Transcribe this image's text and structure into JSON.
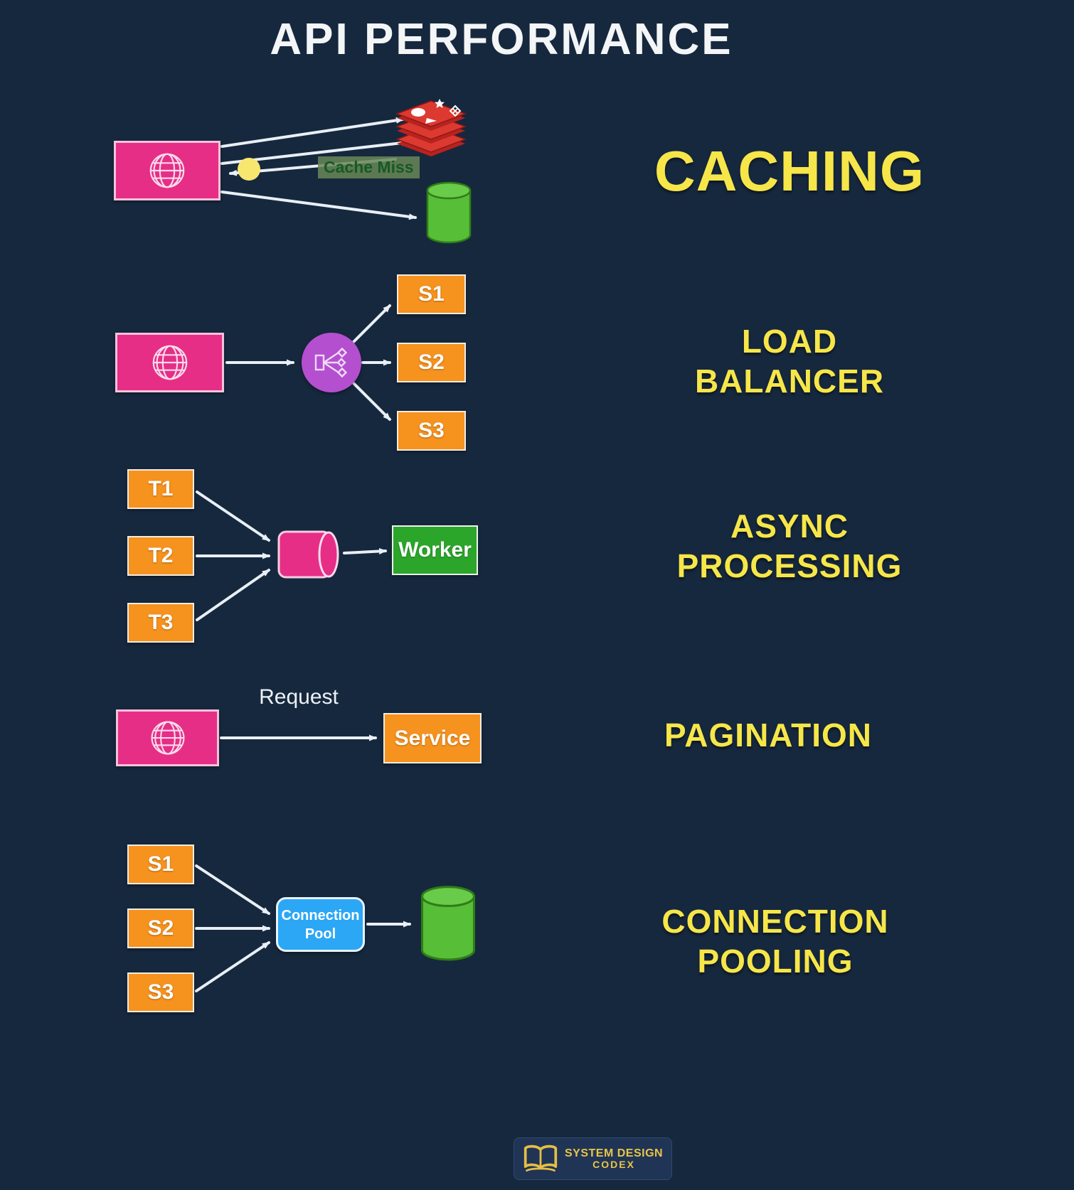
{
  "title": "API PERFORMANCE",
  "colors": {
    "background": "#16283E",
    "accent_yellow": "#F6E649",
    "pink": "#E62E87",
    "orange": "#F6921E",
    "green_box": "#2BA62B",
    "green_cylinder": "#5CC13C",
    "purple": "#B44FD0",
    "blue": "#2BA7F5",
    "redis_red": "#DC3A31",
    "arrow": "#E9EFF6",
    "cache_miss_bg": "#688758",
    "cache_miss_text": "#175A23",
    "logo_gold": "#E8C54A"
  },
  "icons": {
    "client": "globe-icon",
    "cache": "redis-stack-icon",
    "database": "database-cylinder-icon",
    "load_balancer": "load-balancer-fanout-icon",
    "queue": "queue-cylinder-icon",
    "footer": "open-book-icon"
  },
  "sections": {
    "caching": {
      "label": "CACHING",
      "cache_miss": "Cache Miss"
    },
    "load_balancer": {
      "label": "LOAD\nBALANCER",
      "servers": [
        "S1",
        "S2",
        "S3"
      ]
    },
    "async_processing": {
      "label": "ASYNC\nPROCESSING",
      "tasks": [
        "T1",
        "T2",
        "T3"
      ],
      "worker": "Worker"
    },
    "pagination": {
      "label": "PAGINATION",
      "request": "Request",
      "service": "Service"
    },
    "connection_pooling": {
      "label": "CONNECTION\nPOOLING",
      "servers": [
        "S1",
        "S2",
        "S3"
      ],
      "pool": "Connection\nPool"
    }
  },
  "footer": {
    "logo_line1": "SYSTEM DESIGN",
    "logo_line2": "CODEX"
  }
}
